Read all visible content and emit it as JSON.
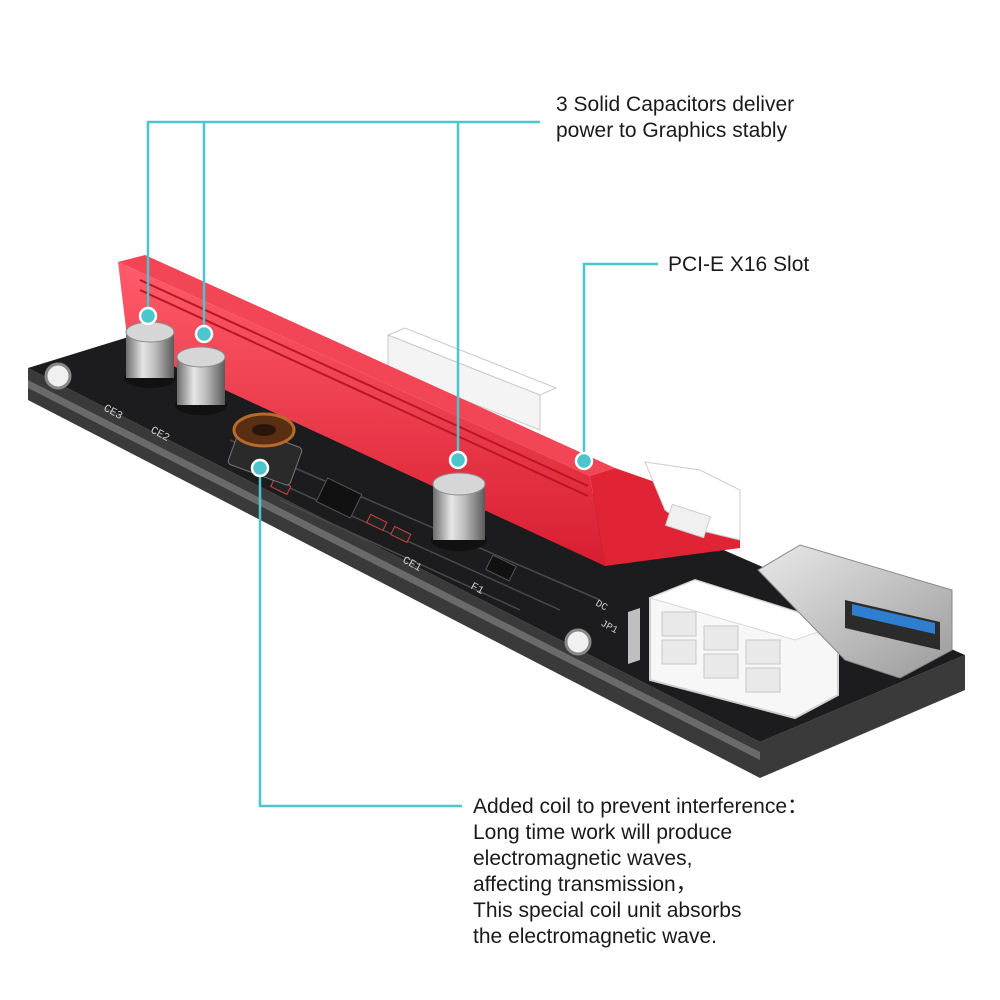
{
  "annotations": {
    "capacitors": {
      "lines": [
        "3 Solid Capacitors deliver",
        "power to Graphics stably"
      ]
    },
    "slot": {
      "lines": [
        "PCI-E X16 Slot"
      ]
    },
    "coil": {
      "lines": [
        "Added coil to prevent interference：",
        "Long time work will produce",
        "electromagnetic waves,",
        "affecting transmission，",
        "This special coil unit absorbs",
        "the electromagnetic wave."
      ]
    }
  },
  "board": {
    "silkscreen": [
      "CE3",
      "CE2",
      "CE1",
      "F1",
      "DC",
      "JP1"
    ]
  },
  "colors": {
    "callout_line": "#4cc6cc",
    "slot": "#e8283a",
    "pcb": "#1c1c1e",
    "usb_insert": "#2f7fd1",
    "text": "#1a1a1a"
  },
  "icons": [
    "capacitor-icon",
    "coil-icon",
    "usb-port-icon",
    "power-connector-icon"
  ]
}
